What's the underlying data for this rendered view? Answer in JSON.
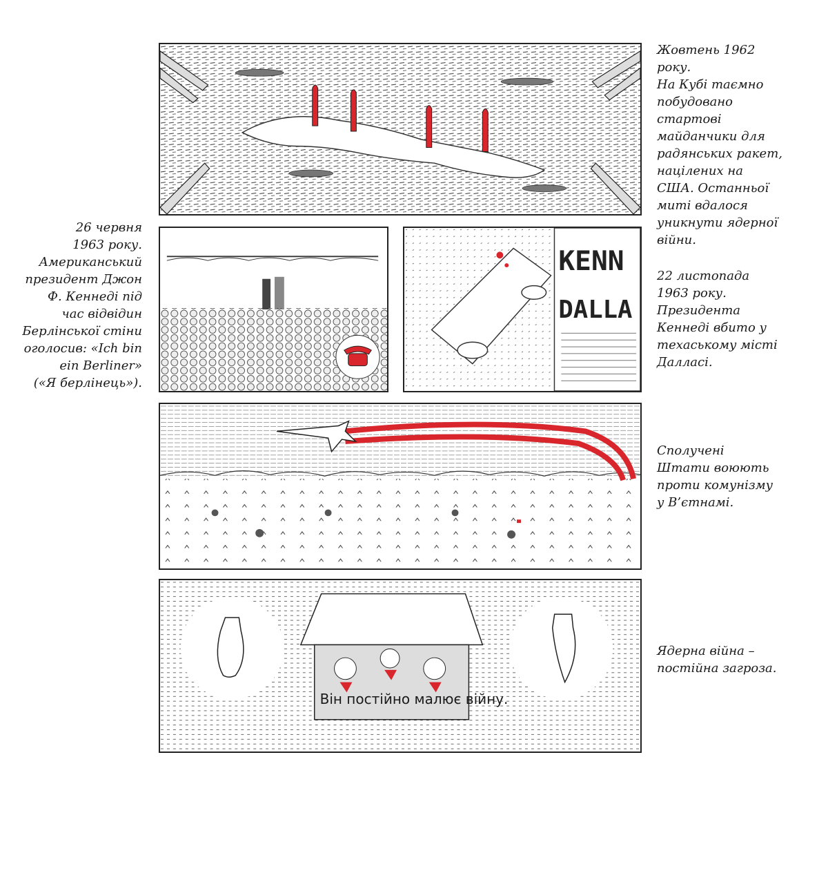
{
  "captions": {
    "cuba": "Жовтень 1962\nроку.\nНа Кубі таємно\nпобудовано\nстартові\nмайданчики для\nрадянських ракет,\nнацілених на\nСША. Останньої\nмиті вдалося\nуникнути ядерної\nвійни.",
    "kennedy_dallas": "22 листопада\n1963 року.\nПрезидента\nКеннеді вбито у\nтехаському місті\nДалласі.",
    "berlin": "26 червня\n1963 року.\nАмериканський\nпрезидент Джон\nФ. Кеннеді під\nчас відвідин\nБерлінської стіни\nоголосив: «Ich bin\nein Berliner»\n(«Я берлінець»).",
    "vietnam": "Сполучені\nШтати воюють\nпроти комунізму\nу В’єтнамі.",
    "nuclear": "Ядерна війна –\nпостійна загроза."
  },
  "newspaper": {
    "headline1": "KENN",
    "headline2": "DALLA"
  },
  "bottom_text": "Він постійно малює війну.",
  "colors": {
    "accent_red": "#d8262c",
    "ink": "#1a1a1a",
    "paper": "#ffffff"
  }
}
